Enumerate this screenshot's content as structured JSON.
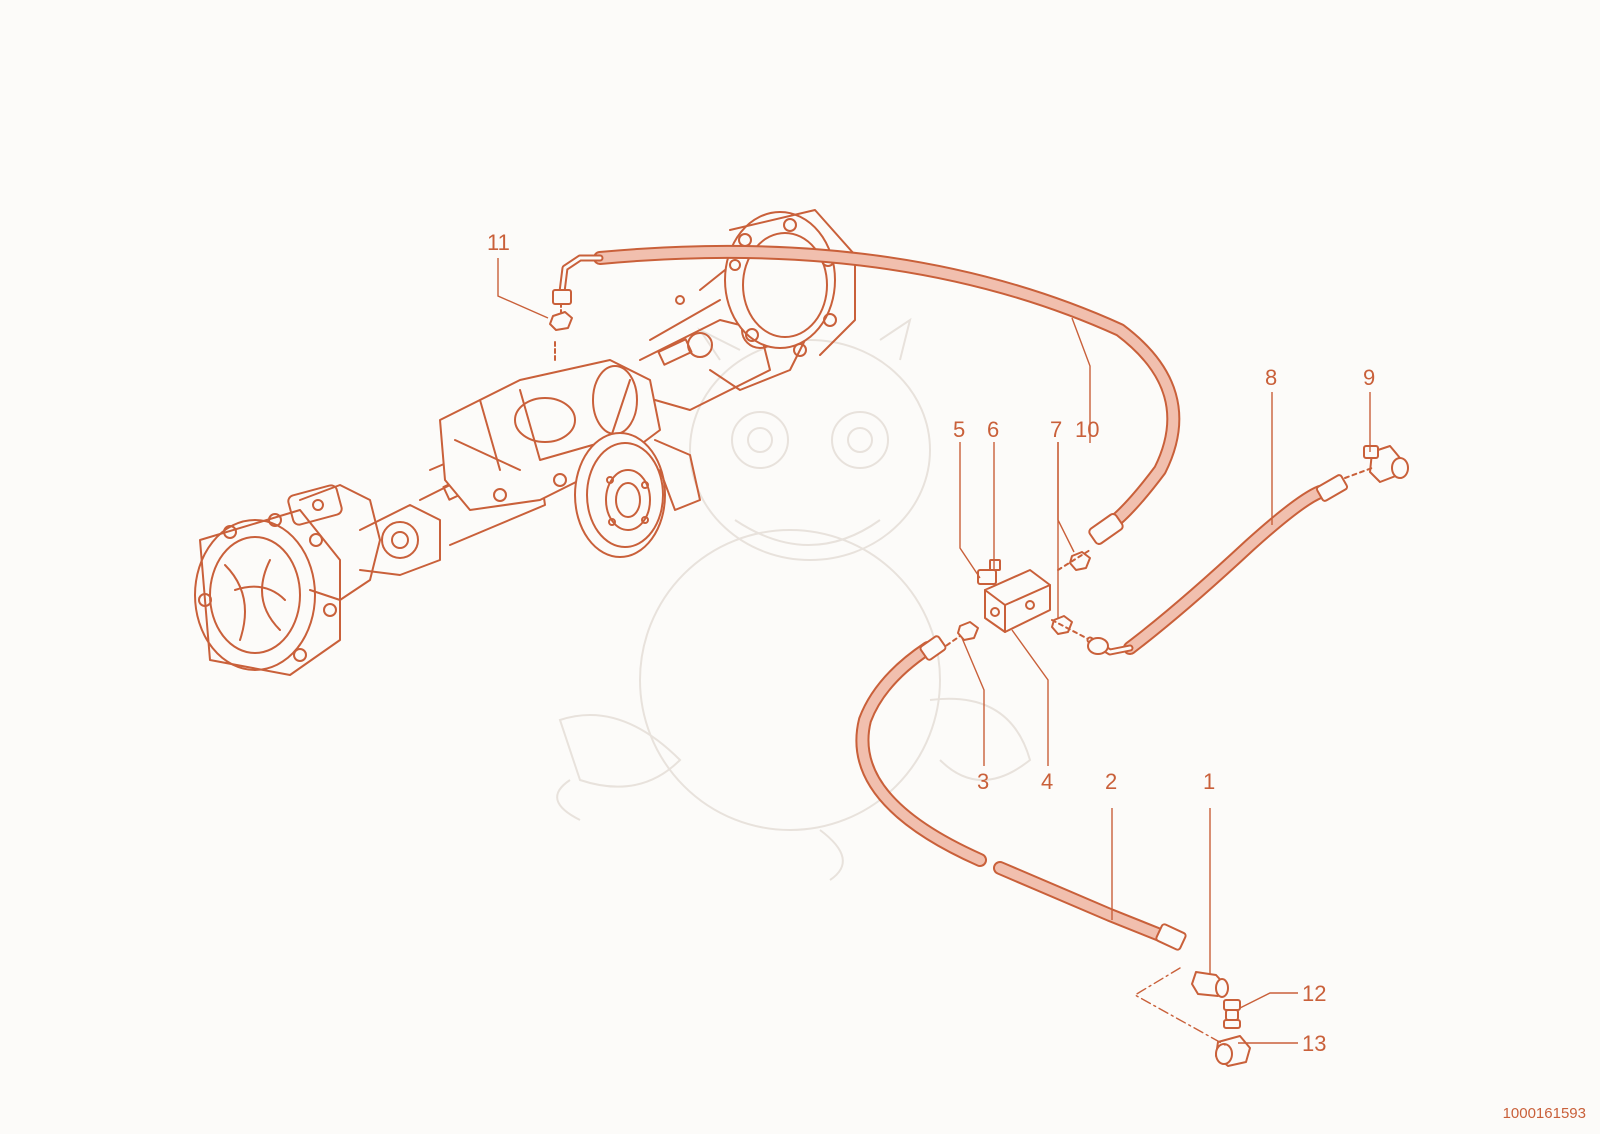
{
  "diagram": {
    "drawing_number": "1000161593",
    "colors": {
      "line": "#c9603a",
      "fill": "#f1bfae",
      "background": "#fcfbf9",
      "watermark": "#e9e4df"
    },
    "callouts": [
      {
        "id": "1",
        "label": "1"
      },
      {
        "id": "2",
        "label": "2"
      },
      {
        "id": "3",
        "label": "3"
      },
      {
        "id": "4",
        "label": "4"
      },
      {
        "id": "5",
        "label": "5"
      },
      {
        "id": "6",
        "label": "6"
      },
      {
        "id": "7",
        "label": "7"
      },
      {
        "id": "8",
        "label": "8"
      },
      {
        "id": "9",
        "label": "9"
      },
      {
        "id": "10",
        "label": "10"
      },
      {
        "id": "11",
        "label": "11"
      },
      {
        "id": "12",
        "label": "12"
      },
      {
        "id": "13",
        "label": "13"
      }
    ]
  }
}
